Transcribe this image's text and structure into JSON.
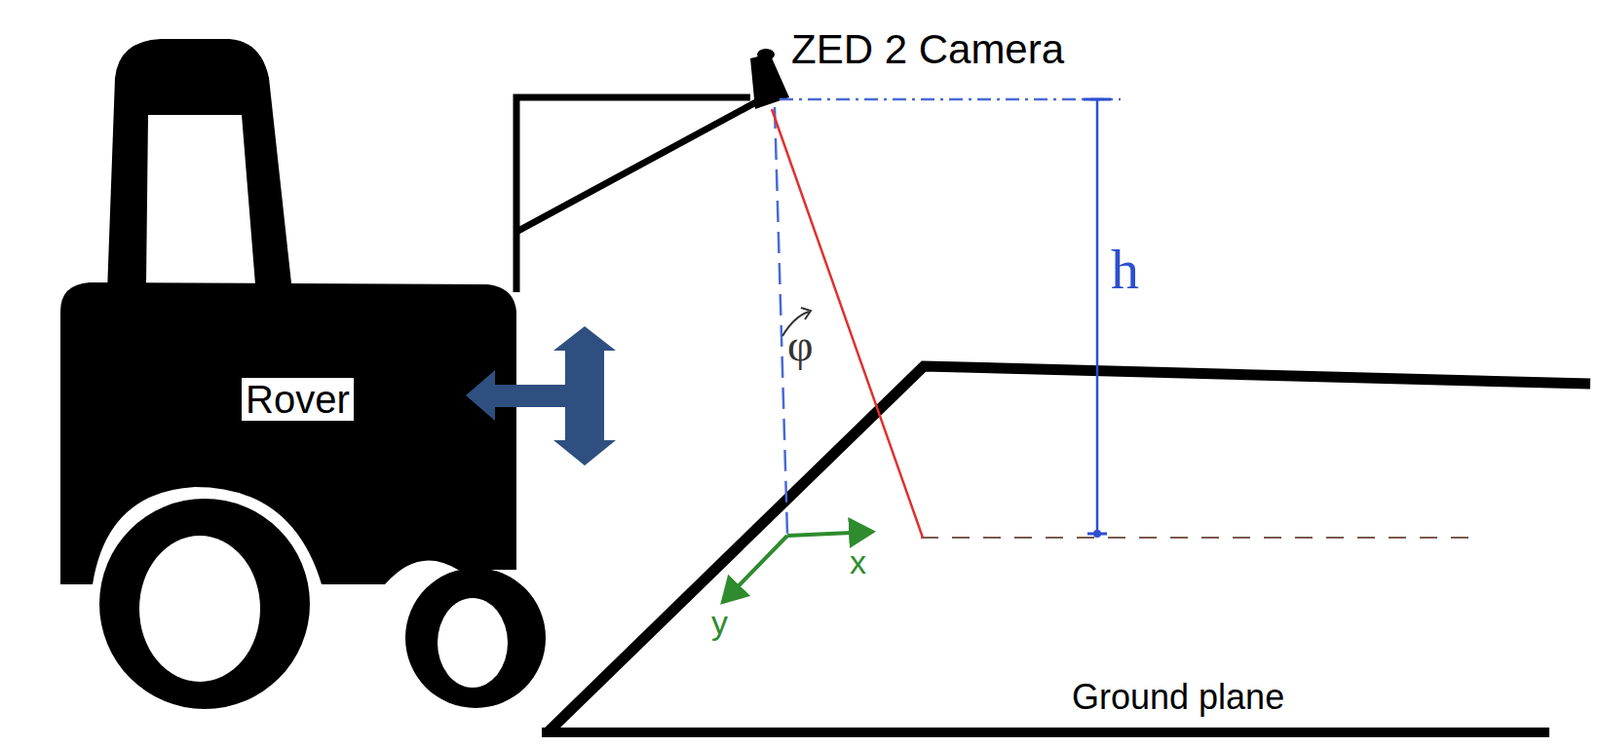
{
  "diagram": {
    "labels": [
      "ZED 2 Camera",
      "Rover",
      "h",
      "φ",
      "x",
      "y",
      "Ground plane"
    ]
  }
}
